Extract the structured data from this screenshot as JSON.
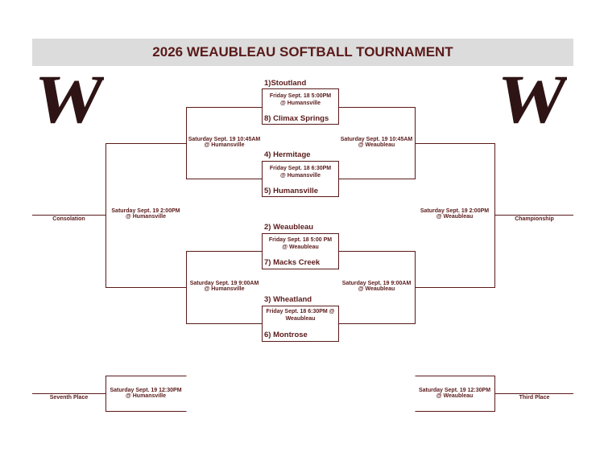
{
  "title": "2026 WEAUBLEAU SOFTBALL TOURNAMENT",
  "logo_letter": "W",
  "colors": {
    "maroon": "#5a1a1a",
    "logo": "#2e1414",
    "banner": "#dcdcdc"
  },
  "teams": {
    "t1": "1)Stoutland",
    "t8": "8) Climax Springs",
    "t4": "4)  Hermitage",
    "t5": "5)  Humansville",
    "t2": "2)  Weaubleau",
    "t7": "7)  Macks Creek",
    "t3": "3)  Wheatland",
    "t6": "6)  Montrose"
  },
  "games": {
    "g1": {
      "line1": "Friday Sept. 18 5:00PM",
      "line2": "@ Humansville"
    },
    "g2": {
      "line1": "Friday Sept. 18 6:30PM",
      "line2": "@ Humansville"
    },
    "g3": {
      "line1": "Friday Sept. 18 5:00 PM",
      "line2": "@ Weaubleau"
    },
    "g4": {
      "line1": "Friday Sept. 18 6:30PM @",
      "line2": "Weaubleau"
    }
  },
  "rounds": {
    "sf_top_left": {
      "line1": "Saturday Sept. 19 10:45AM",
      "line2": "@ Humansville"
    },
    "sf_top_right": {
      "line1": "Saturday Sept. 19 10:45AM",
      "line2": "@ Weaubleau"
    },
    "sf_bot_left": {
      "line1": "Saturday Sept. 19 9:00AM",
      "line2": "@ Humansville"
    },
    "sf_bot_right": {
      "line1": "Saturday Sept. 19 9:00AM",
      "line2": "@ Weaubleau"
    },
    "final_left": {
      "line1": "Saturday Sept. 19 2:00PM",
      "line2": "@ Humansville"
    },
    "final_right": {
      "line1": "Saturday Sept. 19 2:00PM",
      "line2": "@ Weaubleau"
    },
    "seventh_game": {
      "line1": "Saturday Sept. 19 12:30PM",
      "line2": "@ Humansville"
    },
    "third_game": {
      "line1": "Saturday Sept. 19 12:30PM",
      "line2": "@ Weaubleau"
    }
  },
  "places": {
    "consolation": "Consolation",
    "championship": "Championship",
    "seventh": "Seventh Place",
    "third": "Third Place"
  }
}
